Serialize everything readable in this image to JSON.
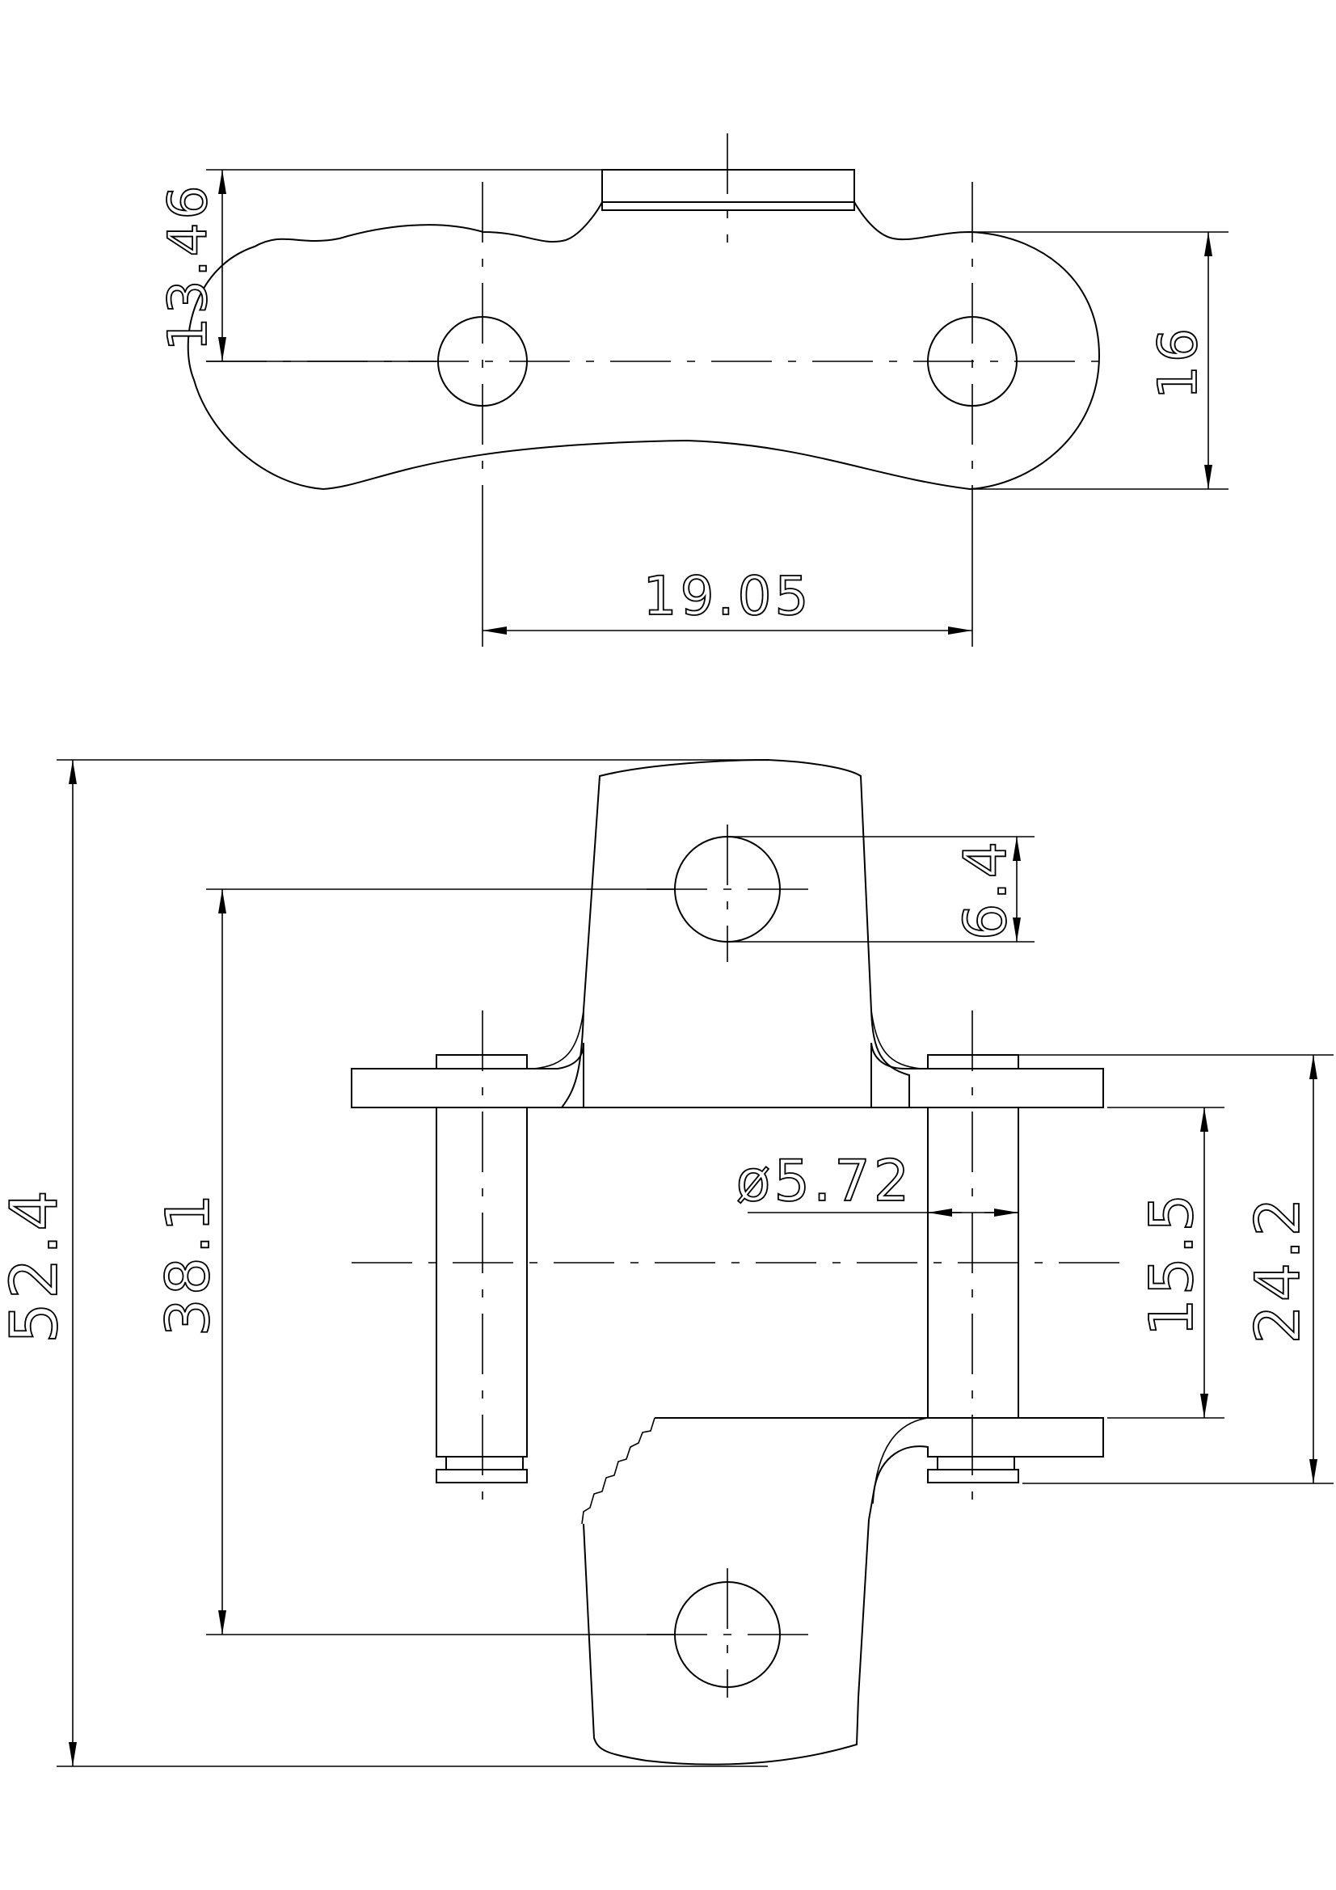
{
  "top_view": {
    "dim_height_offset": "13.46",
    "dim_plate_width": "16",
    "dim_pitch": "19.05"
  },
  "side_view": {
    "dim_overall_length": "52.4",
    "dim_hole_spacing": "38.1",
    "dim_hole_diameter": "6.4",
    "dim_pin_diameter": "ø5.72",
    "dim_inner_width": "15.5",
    "dim_outer_width": "24.2"
  },
  "line_color": "#000000",
  "background_color": "#ffffff"
}
